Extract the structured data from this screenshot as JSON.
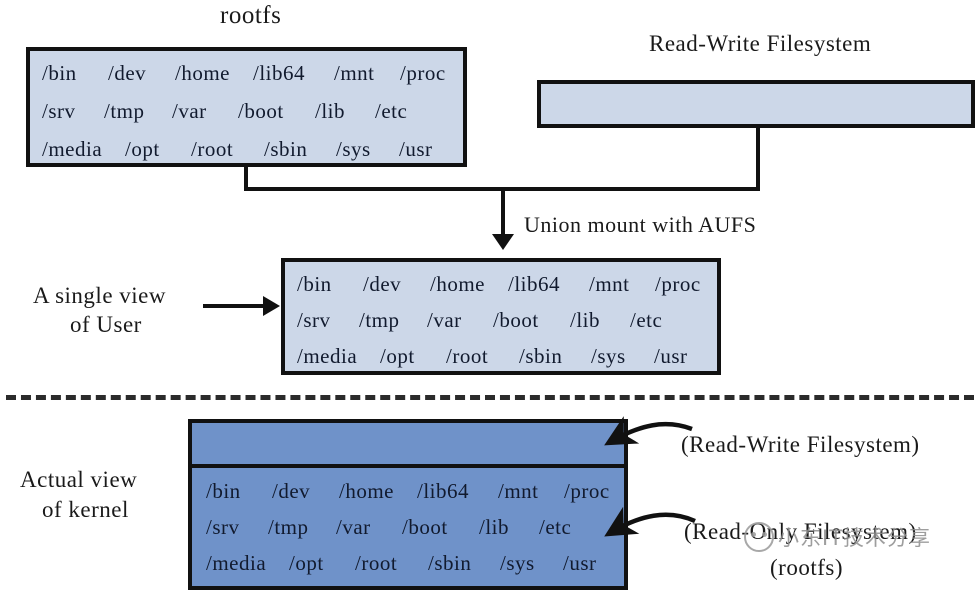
{
  "diagram": {
    "title_rootfs": "rootfs",
    "title_rw": "Read-Write Filesystem",
    "union_label": "Union mount with AUFS",
    "user_view_line1": "A single view",
    "user_view_line2": "of User",
    "kernel_view_line1": "Actual view",
    "kernel_view_line2": "of kernel",
    "callout_rw": "(Read-Write Filesystem)",
    "callout_ro": "(Read-Only Filesystem)",
    "callout_ro_sub": "(rootfs)"
  },
  "filesystem": {
    "rows": [
      [
        "/bin",
        "/dev",
        "/home",
        "/lib64",
        "/mnt",
        "/proc"
      ],
      [
        "/srv",
        "/tmp",
        "/var",
        "/boot",
        "/lib",
        "/etc"
      ],
      [
        "/media",
        "/opt",
        "/root",
        "/sbin",
        "/sys",
        "/usr"
      ]
    ]
  },
  "watermark": {
    "text": "小东IT技术分享",
    "logo": "panda-face-logo"
  },
  "colors": {
    "box_light": "#ccd7e8",
    "box_dark": "#6f92c9",
    "stroke": "#111111",
    "text": "#1a1a1a",
    "background": "#ffffff"
  }
}
